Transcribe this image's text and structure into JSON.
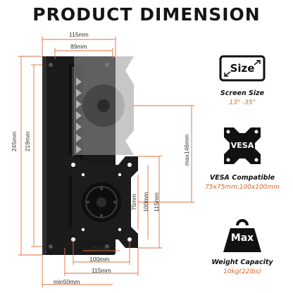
{
  "title": "PRODUCT DIMENSION",
  "dimensions": {
    "top_width_outer": "115mm",
    "top_width_inner": "89mm",
    "height_total": "245mm",
    "height_inner": "219mm",
    "travel_max": "max146mm",
    "vesa_75_v": "75mm",
    "vesa_100_v": "100mm",
    "plate_115_v": "115mm",
    "vesa_75_h": "75mm",
    "vesa_100_h": "100mm",
    "plate_115_h": "115mm",
    "min_width": "min50mm"
  },
  "features": [
    {
      "icon": "screen-size-icon",
      "icon_text": "Size",
      "title": "Screen Size",
      "subtitle": "13\" -35\""
    },
    {
      "icon": "vesa-plate-icon",
      "icon_text": "VESA",
      "title": "VESA Compatible",
      "subtitle": "75x75mm,100x100mm"
    },
    {
      "icon": "weight-icon",
      "icon_text": "Max",
      "title": "Weight Capacity",
      "subtitle": "10kg(22lbs)"
    }
  ],
  "colors": {
    "dimension_line": "#e0703c",
    "accent_text": "#d2622a",
    "metal": "#1c1c1c",
    "glass": "#9a9a9a"
  }
}
